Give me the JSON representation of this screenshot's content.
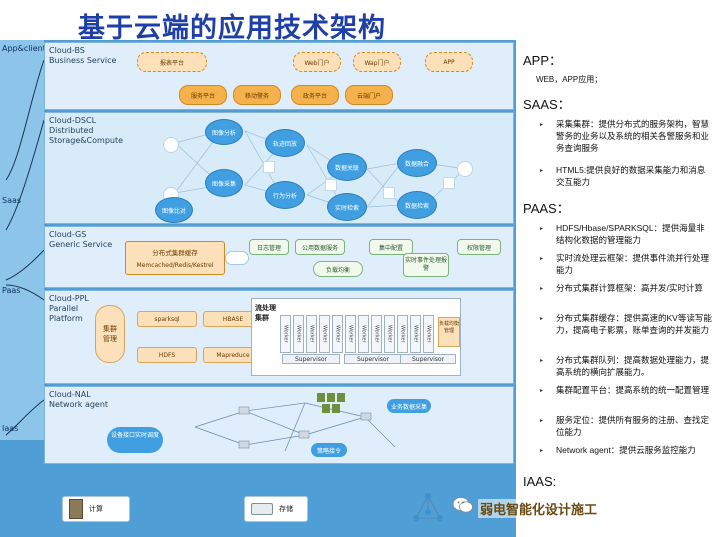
{
  "title": "基于云端的应用技术架构",
  "side_labels": {
    "app_client": "App&client",
    "saas": "Saas",
    "paas": "Paas",
    "iaas": "Iaas"
  },
  "layers": {
    "bs": {
      "name": "Cloud-BS\nBusiness Service",
      "top_row": [
        "报表平台",
        "Web门户",
        "Wap门户",
        "APP"
      ],
      "bottom_row": [
        "服务平台",
        "移动警务",
        "政务平台",
        "云端门户"
      ]
    },
    "dscl": {
      "name": "Cloud-DSCL\nDistributed\nStorage&Compute",
      "nodes": [
        "图像分析",
        "轨迹回放",
        "数据关联",
        "数据融合",
        "图像比对",
        "图像采集",
        "行为分析",
        "实时检索",
        "数据检索"
      ]
    },
    "gs": {
      "name": "Cloud-GS\nGeneric Service",
      "cache_title": "分布式集群缓存",
      "cache_sub": "Memcached/Redis/Kestrel",
      "boxes": [
        "日志管理",
        "公用数据服务",
        "负载均衡",
        "集中配置",
        "实时事件处理报警",
        "权限管理"
      ]
    },
    "ppl": {
      "name": "Cloud-PPL\nParallel\nPlatform",
      "cluster": "集群管理",
      "boxes": [
        "sparksql",
        "HBASE",
        "HDFS",
        "Mapreduce"
      ],
      "stream_title": "流处理集群",
      "worker": "Worker",
      "supervisor": "Supervisor",
      "side_box": "负载均衡管理"
    },
    "nal": {
      "name": "Cloud-NAL\nNetwork agent",
      "labels": [
        "业务数据采集",
        "设备接口实时调度",
        "策略接令"
      ]
    }
  },
  "bottom": {
    "compute": "计算",
    "storage": "存储"
  },
  "right_panel": {
    "app_heading": "APP：",
    "app_text": "WEB，APP应用；",
    "saas_heading": "SAAS：",
    "saas_items": [
      "采集集群：提供分布式的服务架构，智慧警务的业务以及系统的相关各警服务和业务查询服务",
      "HTML5:提供良好的数据采集能力和消息交互能力"
    ],
    "paas_heading": "PAAS：",
    "paas_items": [
      "HDFS/Hbase/SPARKSQL：提供海量非结构化数据的管理能力",
      "实时流处理云框架：提供事件流并行处理能力",
      "分布式集群计算框架：高并发/实时计算",
      "分布式集群缓存：提供高速的KV等读写能力，提高电子影票，账单查询的并发能力",
      "分布式集群队列：提高数据处理能力，提高系统的横向扩展能力。",
      "集群配置平台：提高系统的统一配置管理",
      "服务定位：提供所有服务的注册、查找定位能力",
      "Network agent：提供云服务监控能力"
    ],
    "iaas_heading": "IAAS:"
  },
  "watermark": "弱电智能化设计施工"
}
